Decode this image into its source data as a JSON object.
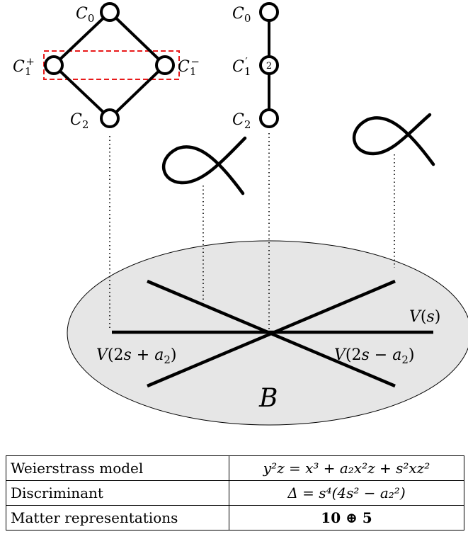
{
  "diagram": {
    "left_graph": {
      "nodes": {
        "top": "C0",
        "left": "C1+",
        "right": "C1−",
        "bottom": "C2"
      }
    },
    "right_graph": {
      "nodes": {
        "top": "C0",
        "middle": "C1′",
        "middle_multiplicity": "2",
        "bottom": "C2"
      }
    },
    "base": {
      "label": "B",
      "lines": [
        "V(s)",
        "V(2s + a2)",
        "V(2s − a2)"
      ]
    }
  },
  "table": {
    "rows": [
      {
        "key": "Weierstrass model",
        "value": "y²z = x³ + a₂x²z + s²xz²"
      },
      {
        "key": "Discriminant",
        "value": "Δ = s⁴(4s² − a₂²)"
      },
      {
        "key": "Matter representations",
        "value": "10 ⊕ 5"
      }
    ]
  }
}
